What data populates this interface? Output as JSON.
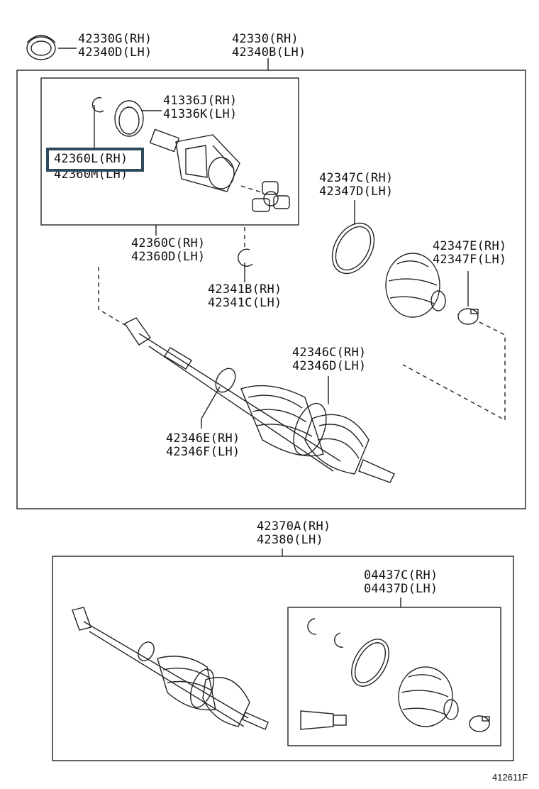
{
  "labels": {
    "l42330G": "42330G(RH)",
    "l42340D": "42340D(LH)",
    "l42330": "42330(RH)",
    "l42340B": "42340B(LH)",
    "l41336J": "41336J(RH)",
    "l41336K": "41336K(LH)",
    "l42360L": "42360L(RH)",
    "l42360M": "42360M(LH)",
    "l42360C": "42360C(RH)",
    "l42360D": "42360D(LH)",
    "l42341B": "42341B(RH)",
    "l42341C": "42341C(LH)",
    "l42347C": "42347C(RH)",
    "l42347D": "42347D(LH)",
    "l42347E": "42347E(RH)",
    "l42347F": "42347F(LH)",
    "l42346C": "42346C(RH)",
    "l42346D": "42346D(LH)",
    "l42346E": "42346E(RH)",
    "l42346F": "42346F(LH)",
    "l42370A": "42370A(RH)",
    "l42380": "42380(LH)",
    "l04437C": "04437C(RH)",
    "l04437D": "04437D(LH)"
  },
  "figure_ref": "412611F",
  "colors": {
    "line": "#222222",
    "highlight": "#2e4a5c",
    "background": "#ffffff"
  },
  "highlighted_part": "l42360L"
}
